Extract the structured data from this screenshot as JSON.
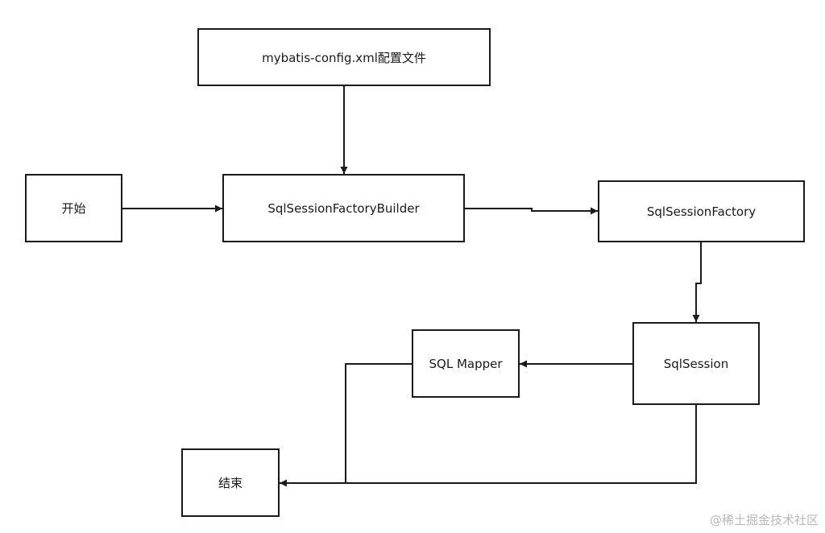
{
  "nodes": {
    "config": "mybatis-config.xml配置文件",
    "start": "开始",
    "builder": "SqlSessionFactoryBuilder",
    "factory": "SqlSessionFactory",
    "session": "SqlSession",
    "mapper": "SQL Mapper",
    "end": "结束"
  },
  "edges": [
    {
      "from": "config",
      "to": "builder"
    },
    {
      "from": "start",
      "to": "builder"
    },
    {
      "from": "builder",
      "to": "factory"
    },
    {
      "from": "factory",
      "to": "session"
    },
    {
      "from": "session",
      "to": "mapper"
    },
    {
      "from": "mapper",
      "to": "end"
    },
    {
      "from": "session",
      "to": "end"
    }
  ],
  "colors": {
    "line": "#1a1a1a",
    "watermark": "#b8b8b8"
  },
  "watermark": "@稀土掘金技术社区"
}
